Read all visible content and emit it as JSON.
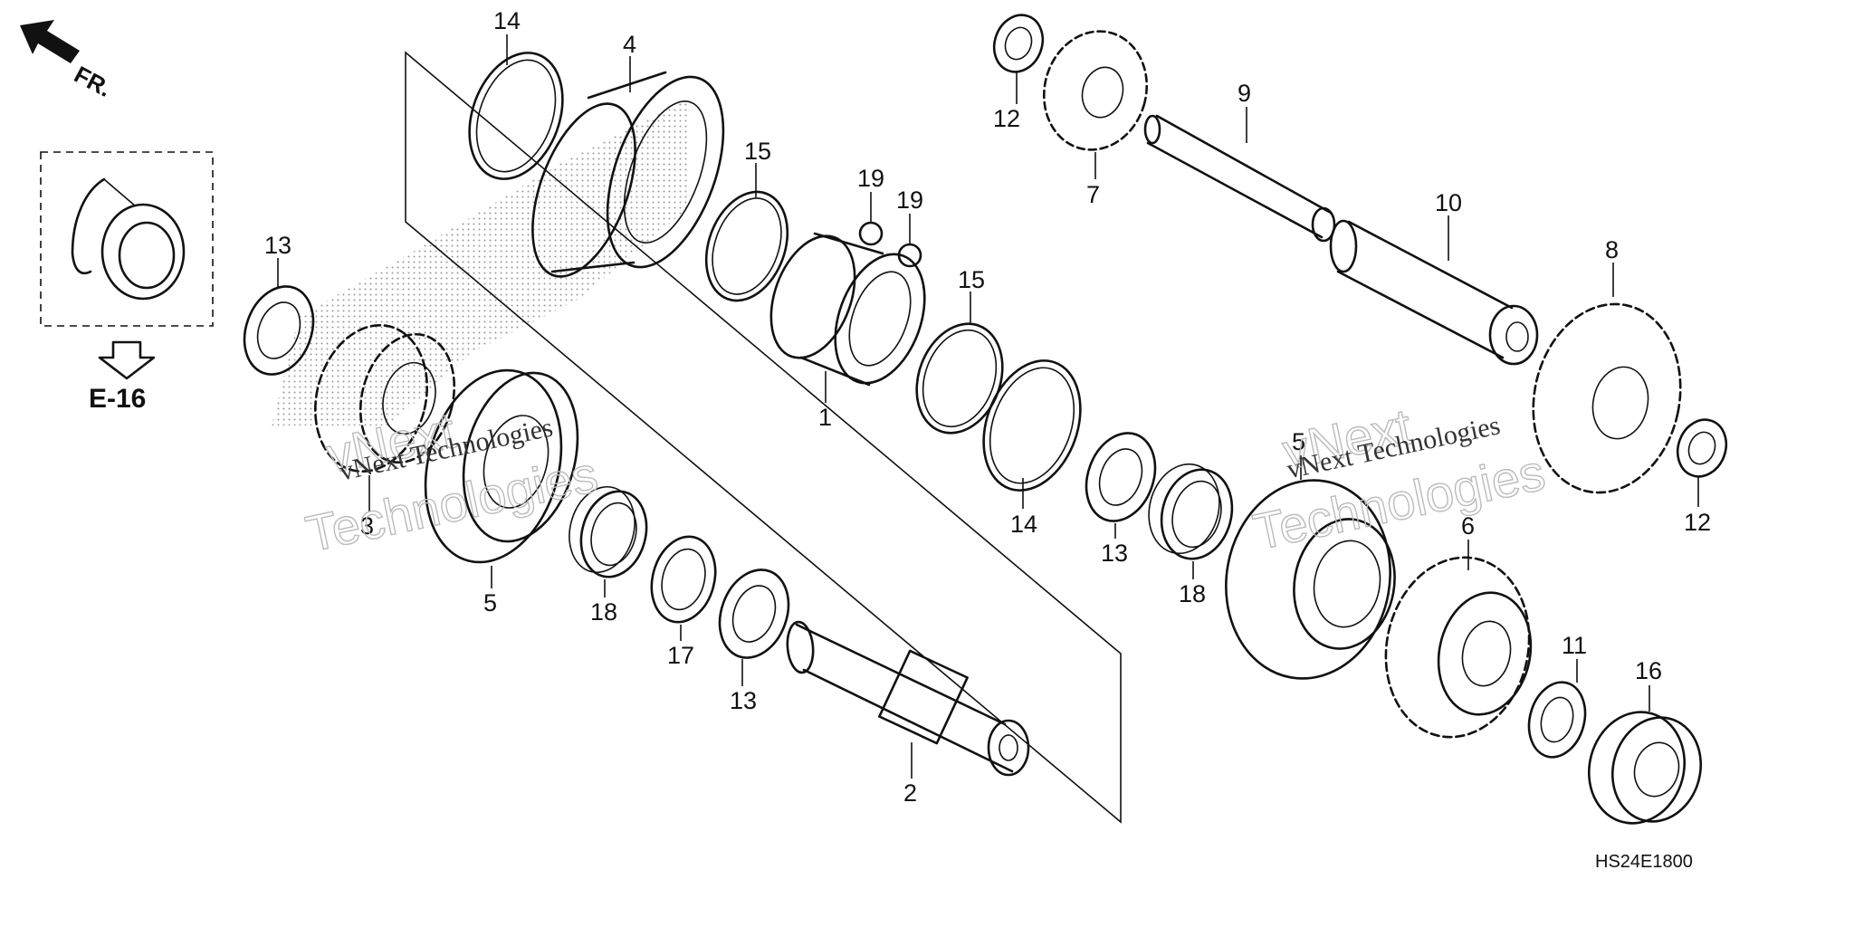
{
  "diagram": {
    "direction_label": "FR.",
    "reference_label": "E-16",
    "drawing_code": "HS24E1800",
    "watermarks": [
      {
        "line1": "vNext Technologies",
        "line2": "Technologies",
        "big": "vNext"
      },
      {
        "line1": "vNext Technologies",
        "line2": "Technologies",
        "big": "vNext"
      }
    ],
    "callouts": {
      "c1": "1",
      "c2": "2",
      "c3": "3",
      "c4": "4",
      "c5a": "5",
      "c5b": "5",
      "c6": "6",
      "c7": "7",
      "c8": "8",
      "c9": "9",
      "c10": "10",
      "c11": "11",
      "c12a": "12",
      "c12b": "12",
      "c13a": "13",
      "c13b": "13",
      "c13c": "13",
      "c14a": "14",
      "c14b": "14",
      "c15a": "15",
      "c15b": "15",
      "c16": "16",
      "c17": "17",
      "c18a": "18",
      "c18b": "18",
      "c19a": "19",
      "c19b": "19"
    }
  }
}
